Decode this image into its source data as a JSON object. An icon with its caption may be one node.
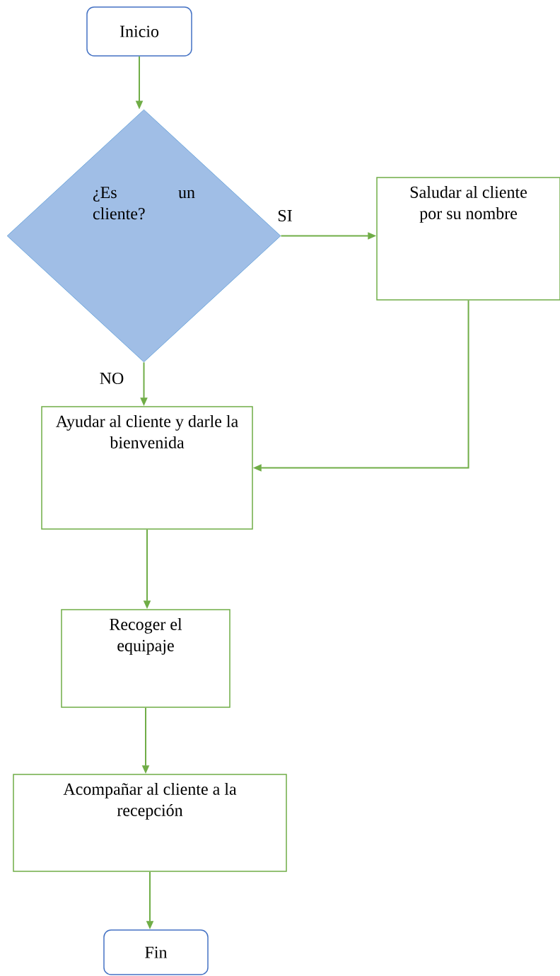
{
  "diagram": {
    "nodes": [
      {
        "text": [
          "Inicio"
        ]
      },
      {
        "text": [
          "¿Es un cliente?"
        ]
      },
      {
        "text": [
          "Saludar al cliente por su nombre"
        ]
      },
      {
        "text": [
          "Ayudar al cliente y darle la bienvenida"
        ]
      },
      {
        "text": [
          "Recoger el equipaje"
        ]
      },
      {
        "text": [
          "Acompañar al cliente a la recepción"
        ]
      },
      {
        "text": [
          "Fin"
        ]
      }
    ],
    "edges": [
      {
        "from": 0,
        "to": 1,
        "arrow": "to"
      },
      {
        "from": 1,
        "to": 2,
        "arrow": "to",
        "label": "SI"
      },
      {
        "from": 1,
        "to": 3,
        "arrow": "to",
        "label": "NO"
      },
      {
        "from": 2,
        "to": 3,
        "arrow": "to"
      },
      {
        "from": 3,
        "to": 4,
        "arrow": "to"
      },
      {
        "from": 4,
        "to": 5,
        "arrow": "to"
      },
      {
        "from": 5,
        "to": 6,
        "arrow": "to"
      }
    ]
  }
}
